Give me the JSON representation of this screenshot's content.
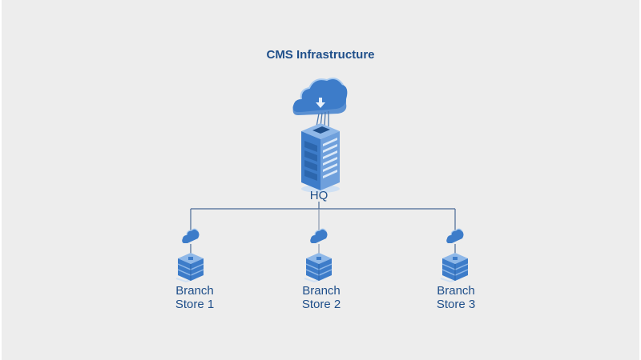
{
  "diagram": {
    "title": "CMS Infrastructure",
    "hq": {
      "label": "HQ",
      "icons": [
        "cloud-download-icon",
        "server-rack-icon"
      ]
    },
    "branches": [
      {
        "label_line1": "Branch",
        "label_line2": "Store 1"
      },
      {
        "label_line1": "Branch",
        "label_line2": "Store 2"
      },
      {
        "label_line1": "Branch",
        "label_line2": "Store 3"
      }
    ],
    "colors": {
      "background": "#ededed",
      "text": "#1f4f8a",
      "connector": "#4a6a96",
      "icon_primary": "#3d7cc9",
      "icon_light": "#8fb8e8"
    }
  }
}
